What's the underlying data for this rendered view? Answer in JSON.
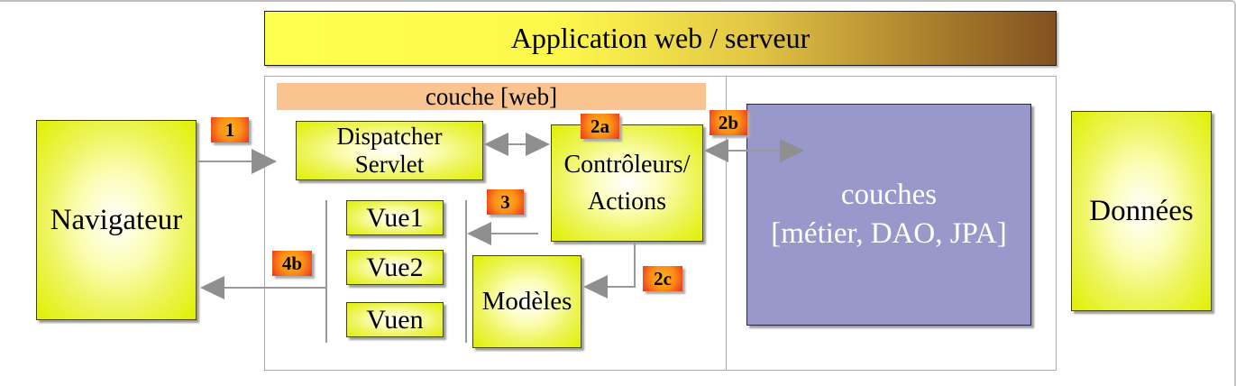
{
  "diagram": {
    "title": "Application web / serveur",
    "web_layer_label": "couche [web]",
    "navigateur": "Navigateur",
    "dispatcher_line1": "Dispatcher",
    "dispatcher_line2": "Servlet",
    "controleurs_line1": "Contrôleurs/",
    "controleurs_line2": "Actions",
    "vue1": "Vue1",
    "vue2": "Vue2",
    "vuen": "Vuen",
    "modeles": "Modèles",
    "couches_line1": "couches",
    "couches_line2": "[métier, DAO, JPA]",
    "donnees": "Données",
    "badges": {
      "b1": "1",
      "b2a": "2a",
      "b2b": "2b",
      "b3": "3",
      "b4b": "4b",
      "b2c": "2c"
    },
    "colors": {
      "box_yellow_edge": "#dff000",
      "box_yellow_center": "#ffffff",
      "title_yellow": "#ffff4f",
      "title_brown": "#82511f",
      "web_layer_peach": "#f9c48f",
      "business_purple": "#9898cb",
      "badge_orange": "#ffb31d",
      "badge_red": "#e93320",
      "arrow_gray": "#8f8f8f",
      "container_border": "#ababab"
    }
  }
}
